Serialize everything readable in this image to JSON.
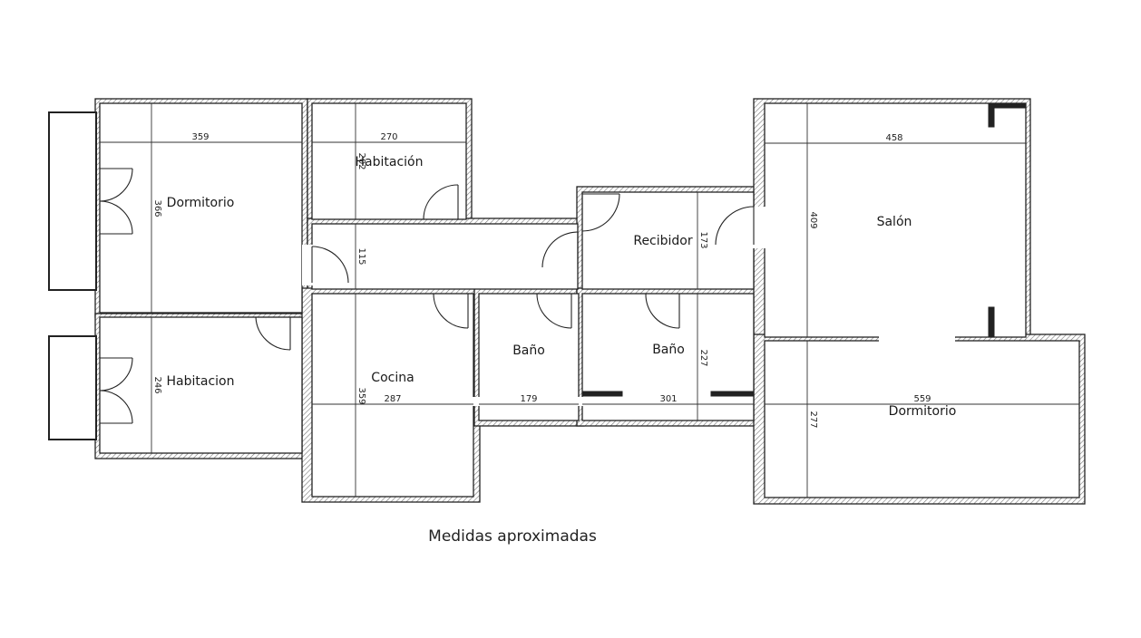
{
  "caption": "Medidas aproximadas",
  "rooms": {
    "dormitorio_1": "Dormitorio",
    "habitacion_top": "Habitación",
    "recibidor": "Recibidor",
    "salon": "Salón",
    "habitacion_bottom": "Habitacion",
    "cocina": "Cocina",
    "bano_1": "Baño",
    "bano_2": "Baño",
    "dormitorio_2": "Dormitorio"
  },
  "dimensions": {
    "dormitorio_1_width": "359",
    "dormitorio_1_depth": "366",
    "habitacion_top_width": "270",
    "habitacion_top_depth": "202",
    "salon_width": "458",
    "salon_depth": "409",
    "corridor_depth": "115",
    "recibidor_depth": "173",
    "habitacion_bottom_depth": "246",
    "cocina_depth": "359",
    "cocina_width": "287",
    "bano_1_width": "179",
    "banos_width": "301",
    "bano_2_depth": "227",
    "dormitorio_2_width": "559",
    "dormitorio_2_depth": "277"
  }
}
